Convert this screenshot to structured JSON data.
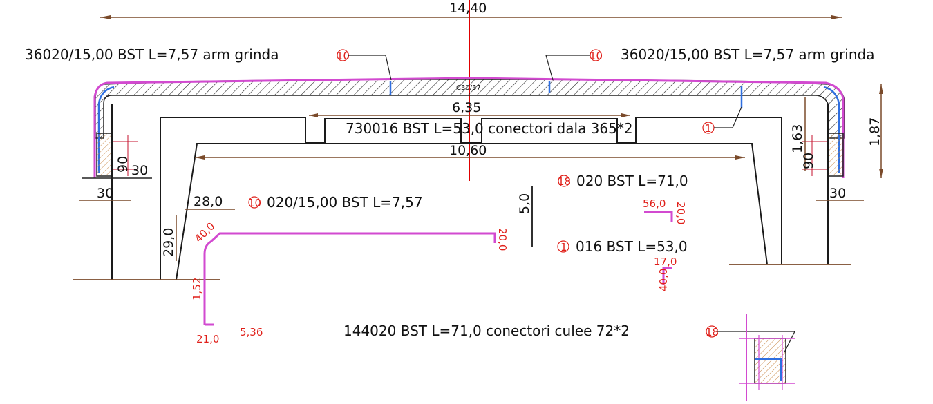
{
  "colors": {
    "outline": "#1a1a1a",
    "dimension_line": "#7a4a2a",
    "axis": "#e00000",
    "rebar_outer": "#d24ad0",
    "rebar_inner": "#2f6fe0",
    "rebar_detail": "#d24ad0",
    "red_text": "#e0201a"
  },
  "dimensions": {
    "overall_width": "14,40",
    "inner_width": "6,35",
    "base_width": "10,60",
    "height_right": "1,63",
    "height_total": "1,87",
    "bearing_left_90": "90",
    "bearing_left_30a": "30",
    "bearing_left_30b": "30",
    "bearing_right_90": "90",
    "bearing_right_30": "30",
    "leg_28": "28,0",
    "leg_29": "29,0",
    "vertical_5": "5,0"
  },
  "concrete_label": "C30/37",
  "callouts": {
    "left_top": "36020/15,00 BST L=7,57 arm grinda",
    "right_top": "36020/15,00 BST L=7,57 arm grinda",
    "middle": "730016 BST L=53,0 conectori dala 365*2",
    "bottom": "144020 BST L=71,0 conectori culee 72*2"
  },
  "bar_marks": {
    "left_top": "10",
    "right_top": "10",
    "middle": "1",
    "bottom": "18",
    "bar_10": "10",
    "bar_18": "18",
    "bar_1": "1"
  },
  "bar_specs": {
    "bar_10": "020/15,00 BST L=7,57",
    "bar_18": "020 BST L=71,0",
    "bar_1": "016 BST L=53,0"
  },
  "bar_10_shape": {
    "seg_top": "40,0",
    "seg_right": "20,0",
    "seg_vertical": "1,52",
    "seg_bottom": "21,0",
    "total": "5,36"
  },
  "bar_18_shape": {
    "seg_h": "56,0",
    "seg_v": "20,0"
  },
  "bar_1_shape": {
    "seg_h": "17,0",
    "seg_v": "40,0"
  }
}
